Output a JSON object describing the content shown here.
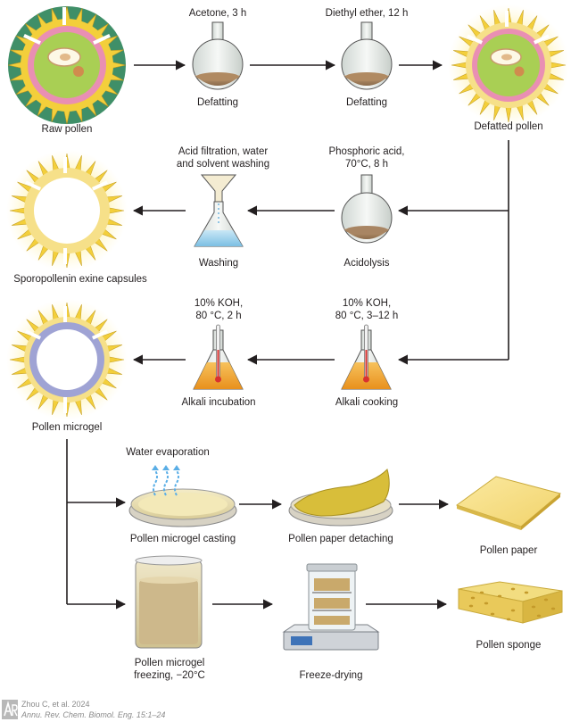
{
  "labels": {
    "raw_pollen": "Raw pollen",
    "acetone": "Acetone, 3 h",
    "defatting_1": "Defatting",
    "ether": "Diethyl ether, 12 h",
    "defatting_2": "Defatting",
    "defatted_pollen": "Defatted pollen",
    "acid_filtration_1": "Acid filtration, water",
    "acid_filtration_2": "and solvent washing",
    "washing": "Washing",
    "phosphoric_1": "Phosphoric acid,",
    "phosphoric_2": "70°C, 8 h",
    "acidolysis": "Acidolysis",
    "capsules": "Sporopollenin exine capsules",
    "koh_incub_1": "10% KOH,",
    "koh_incub_2": "80 °C, 2 h",
    "alkali_incubation": "Alkali incubation",
    "koh_cook_1": "10% KOH,",
    "koh_cook_2": "80 °C, 3–12 h",
    "alkali_cooking": "Alkali cooking",
    "microgel": "Pollen microgel",
    "water_evaporation": "Water evaporation",
    "casting": "Pollen microgel casting",
    "detaching": "Pollen paper detaching",
    "paper": "Pollen paper",
    "freezing_1": "Pollen microgel",
    "freezing_2": "freezing, −20°C",
    "freeze_drying": "Freeze-drying",
    "sponge": "Pollen sponge"
  },
  "citation": {
    "line1": "Zhou C, et al. 2024",
    "line2": "Annu. Rev. Chem. Biomol. Eng. 15:1–24"
  },
  "colors": {
    "spike": "#f3cf3b",
    "shell": "#f6e089",
    "pink": "#e98fb3",
    "green": "#a9cf54",
    "microgel_ring": "#9fa3d4",
    "koh_liquid": "#f0a531",
    "wash_liquid": "#9fd0ea",
    "arrow": "#231f20"
  }
}
